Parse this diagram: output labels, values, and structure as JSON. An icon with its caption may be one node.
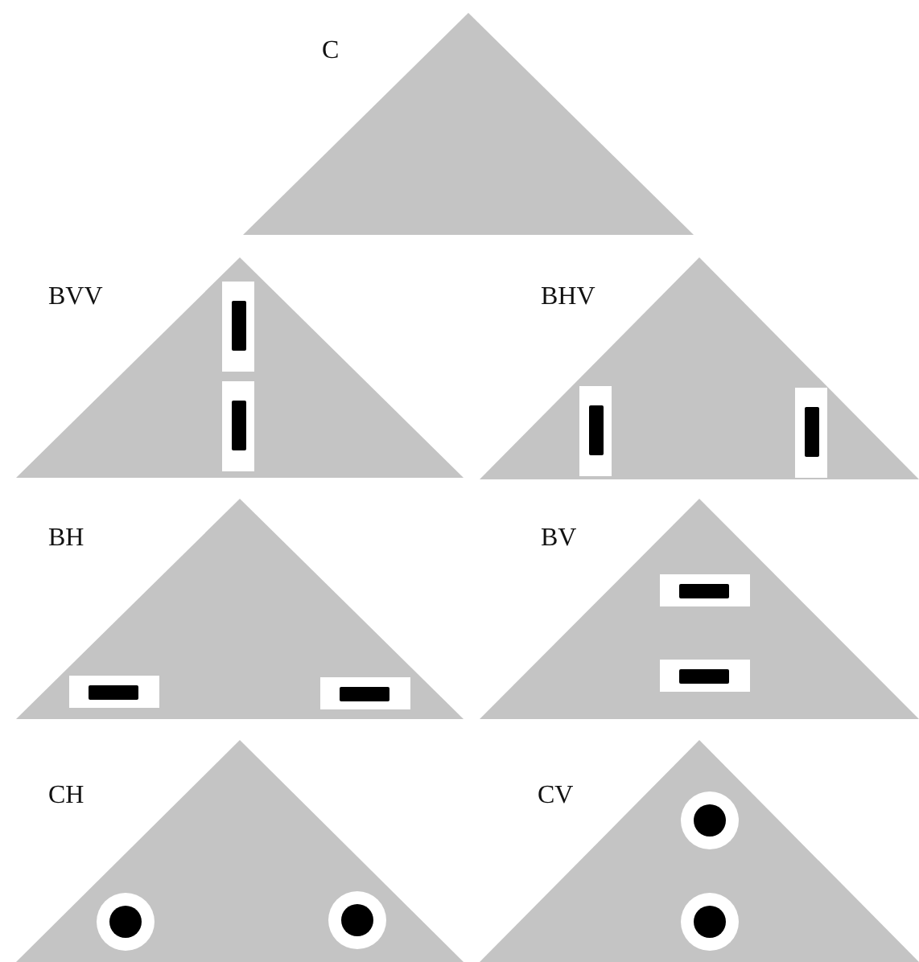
{
  "diagram": {
    "nodes": [
      {
        "text": [
          "C"
        ]
      },
      {
        "text": [
          "BVV"
        ]
      },
      {
        "text": [
          "BHV"
        ]
      },
      {
        "text": [
          "BH"
        ]
      },
      {
        "text": [
          "BV"
        ]
      },
      {
        "text": [
          "CH"
        ]
      },
      {
        "text": [
          "CV"
        ]
      }
    ]
  }
}
